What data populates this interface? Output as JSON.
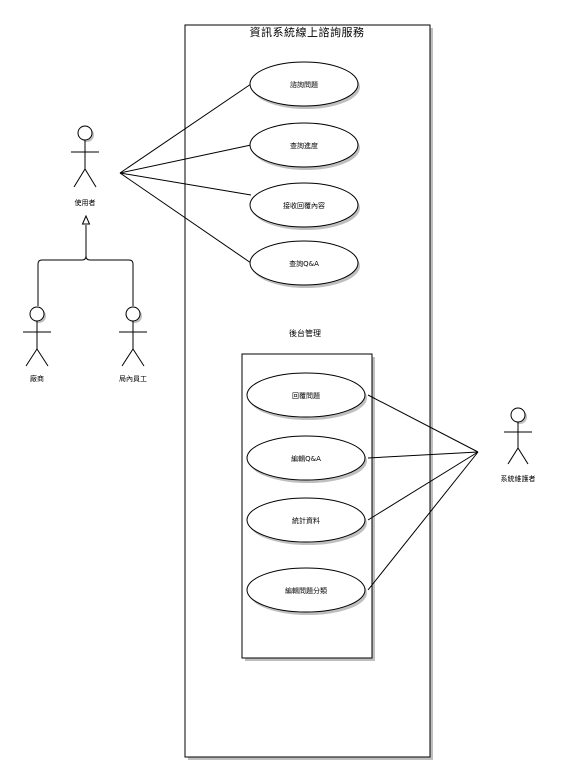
{
  "system": {
    "title": "資訊系統線上諮詢服務"
  },
  "use_cases": [
    {
      "id": "uc1",
      "label": "諮詢問題"
    },
    {
      "id": "uc2",
      "label": "查詢進度"
    },
    {
      "id": "uc3",
      "label": "接收回覆內容"
    },
    {
      "id": "uc4",
      "label": "查詢Q&A"
    }
  ],
  "backend": {
    "title": "後台管理",
    "use_cases": [
      {
        "id": "bc1",
        "label": "回覆問題"
      },
      {
        "id": "bc2",
        "label": "編輯Q&A"
      },
      {
        "id": "bc3",
        "label": "統計資料"
      },
      {
        "id": "bc4",
        "label": "編輯問題分類"
      }
    ]
  },
  "actors": {
    "user": "使用者",
    "vendor": "廠商",
    "staff": "局內員工",
    "admin": "系統維護者"
  }
}
